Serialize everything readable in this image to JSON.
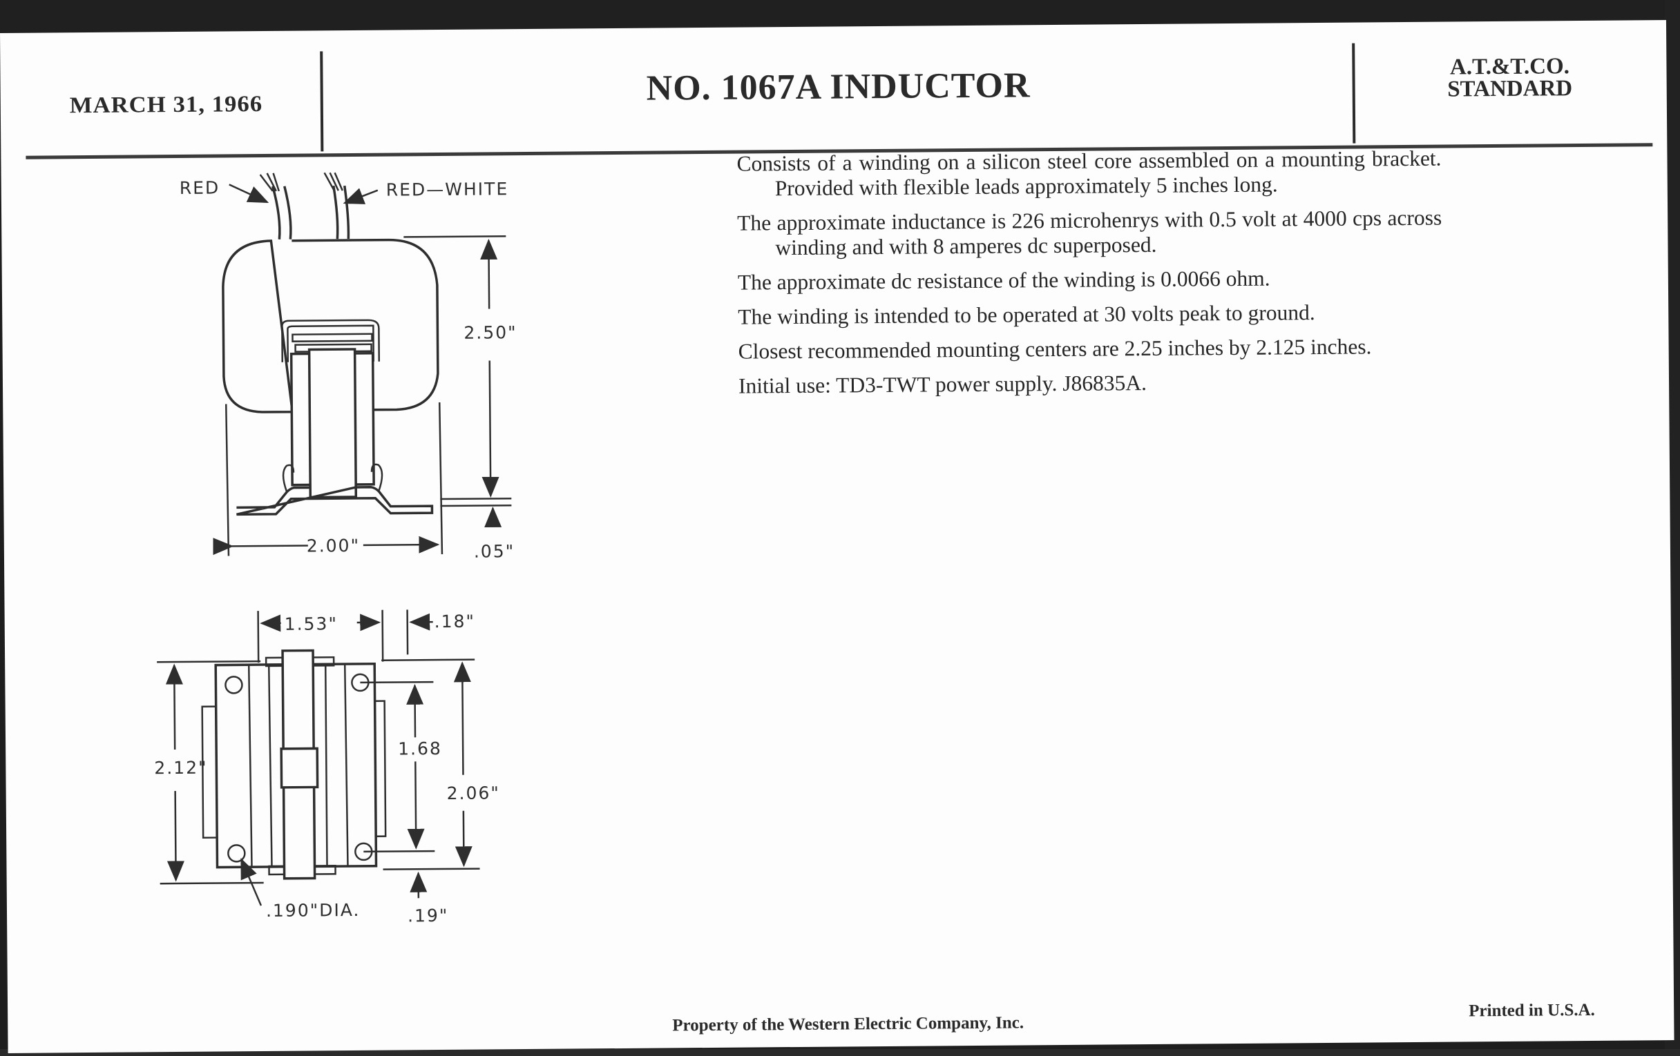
{
  "header": {
    "date": "MARCH 31, 1966",
    "title": "NO. 1067A INDUCTOR",
    "standard_line1": "A.T.&T.CO.",
    "standard_line2": "STANDARD"
  },
  "description": [
    "Consists of a winding on a silicon steel core assembled on a mounting bracket.  Provided with flexible leads approximately 5 inches long.",
    "The approximate inductance is 226 microhenrys with 0.5 volt at 4000 cps across winding and with 8 amperes dc superposed.",
    "The approximate dc resistance of the winding is 0.0066 ohm.",
    "The winding is intended to be operated at 30 volts peak to ground.",
    "Closest recommended mounting centers are 2.25 inches by 2.125 inches.",
    "Initial use: TD3-TWT power supply.  J86835A."
  ],
  "drawing_front": {
    "lead_left": "RED",
    "lead_right": "RED—WHITE",
    "height": "2.50\"",
    "width": "2.00\"",
    "base_thickness": ".05\""
  },
  "drawing_top": {
    "hole_spacing_x": "1.53\"",
    "edge_offset": ".18\"",
    "overall_height": "2.12\"",
    "hole_spacing_y": "1.68",
    "base_height": "2.06\"",
    "bottom_offset": ".19\"",
    "hole_dia": ".190\"DIA."
  },
  "footer": {
    "property": "Property of the Western Electric Company, Inc.",
    "printed": "Printed in U.S.A."
  }
}
